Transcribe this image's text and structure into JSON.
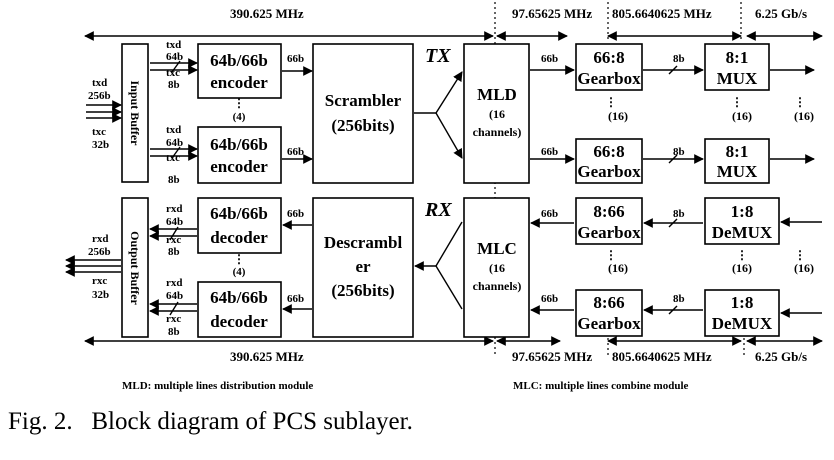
{
  "clock_domains": {
    "c1": "390.625 MHz",
    "c2": "97.65625 MHz",
    "c3": "805.6640625 MHz",
    "c4": "6.25 Gb/s"
  },
  "section_labels": {
    "tx": "TX",
    "rx": "RX"
  },
  "blocks": {
    "input_buffer": "Input Buffer",
    "output_buffer": "Output Buffer",
    "encoder_l1": "64b/66b",
    "encoder_l2": "encoder",
    "decoder_l1": "64b/66b",
    "decoder_l2": "decoder",
    "scrambler_l1": "Scrambler",
    "scrambler_l2": "(256bits)",
    "descrambler_l1": "Descrambl",
    "descrambler_l2": "er",
    "descrambler_l3": "(256bits)",
    "mld_l1": "MLD",
    "mld_l2": "(16",
    "mld_l3": "channels)",
    "mlc_l1": "MLC",
    "mlc_l2": "(16",
    "mlc_l3": "channels)",
    "tx_gearbox_l1": "66:8",
    "tx_gearbox_l2": "Gearbox",
    "rx_gearbox_l1": "8:66",
    "rx_gearbox_l2": "Gearbox",
    "mux_l1": "8:1",
    "mux_l2": "MUX",
    "demux_l1": "1:8",
    "demux_l2": "DeMUX"
  },
  "signals": {
    "txd": "txd",
    "rxd": "rxd",
    "txc": "txc",
    "rxc": "rxc",
    "w256": "256b",
    "w64": "64b",
    "w32": "32b",
    "w8": "8b",
    "w66": "66b",
    "count4": "(4)",
    "count16": "(16)"
  },
  "legend": {
    "mld": "MLD: multiple lines distribution module",
    "mlc": "MLC: multiple lines combine module"
  },
  "caption": "Fig. 2.   Block diagram of PCS sublayer."
}
